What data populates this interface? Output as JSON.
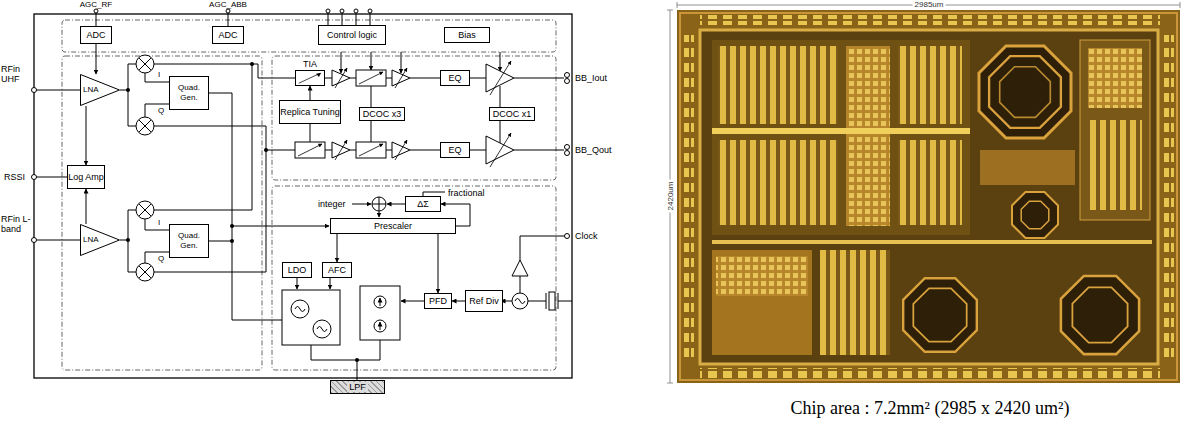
{
  "diagram": {
    "caption": "Chip area : 7.2mm² (2985 x 2420 um²)",
    "nodes": [
      {
        "text": [
          "ADC"
        ]
      },
      {
        "text": [
          "ADC"
        ]
      },
      {
        "text": [
          "Control logic"
        ]
      },
      {
        "text": [
          "Bias"
        ]
      },
      {
        "text": [
          "LNA"
        ]
      },
      {
        "text": [
          "Quad. Gen."
        ]
      },
      {
        "text": [
          "TIA"
        ]
      },
      {
        "text": [
          "Replica Tuning"
        ]
      },
      {
        "text": [
          "DCOC x3"
        ]
      },
      {
        "text": [
          "EQ"
        ]
      },
      {
        "text": [
          "DCOC x1"
        ]
      },
      {
        "text": [
          "EQ"
        ]
      },
      {
        "text": [
          "Log Amp"
        ]
      },
      {
        "text": [
          "LNA"
        ]
      },
      {
        "text": [
          "Quad. Gen."
        ]
      },
      {
        "text": [
          "Prescaler"
        ]
      },
      {
        "text": [
          "ΔΣ"
        ]
      },
      {
        "text": [
          "LDO"
        ]
      },
      {
        "text": [
          "AFC"
        ]
      },
      {
        "text": [
          "PFD"
        ]
      },
      {
        "text": [
          "Ref Div"
        ]
      },
      {
        "text": [
          "LPF"
        ]
      }
    ],
    "edges": [
      {
        "from": 0,
        "to": 4,
        "arrow": "to"
      },
      {
        "from": 4,
        "to": 12,
        "arrow": "to"
      },
      {
        "from": 13,
        "to": 12,
        "arrow": "to"
      },
      {
        "from": 7,
        "to": 6,
        "arrow": "to"
      },
      {
        "from": 15,
        "to": 16,
        "arrow": "to"
      },
      {
        "from": 15,
        "to": 18,
        "arrow": "to"
      },
      {
        "from": 15,
        "to": 19,
        "arrow": "to"
      },
      {
        "from": 20,
        "to": 19,
        "arrow": "to"
      }
    ],
    "labels": [
      "AGC_RF",
      "AGC_ABB",
      "RFin UHF",
      "RSSI",
      "RFin L-band",
      "I",
      "Q",
      "I",
      "Q",
      "BB_Iout",
      "BB_Qout",
      "integer",
      "fractional",
      "Clock",
      "2985um",
      "2420um"
    ]
  }
}
